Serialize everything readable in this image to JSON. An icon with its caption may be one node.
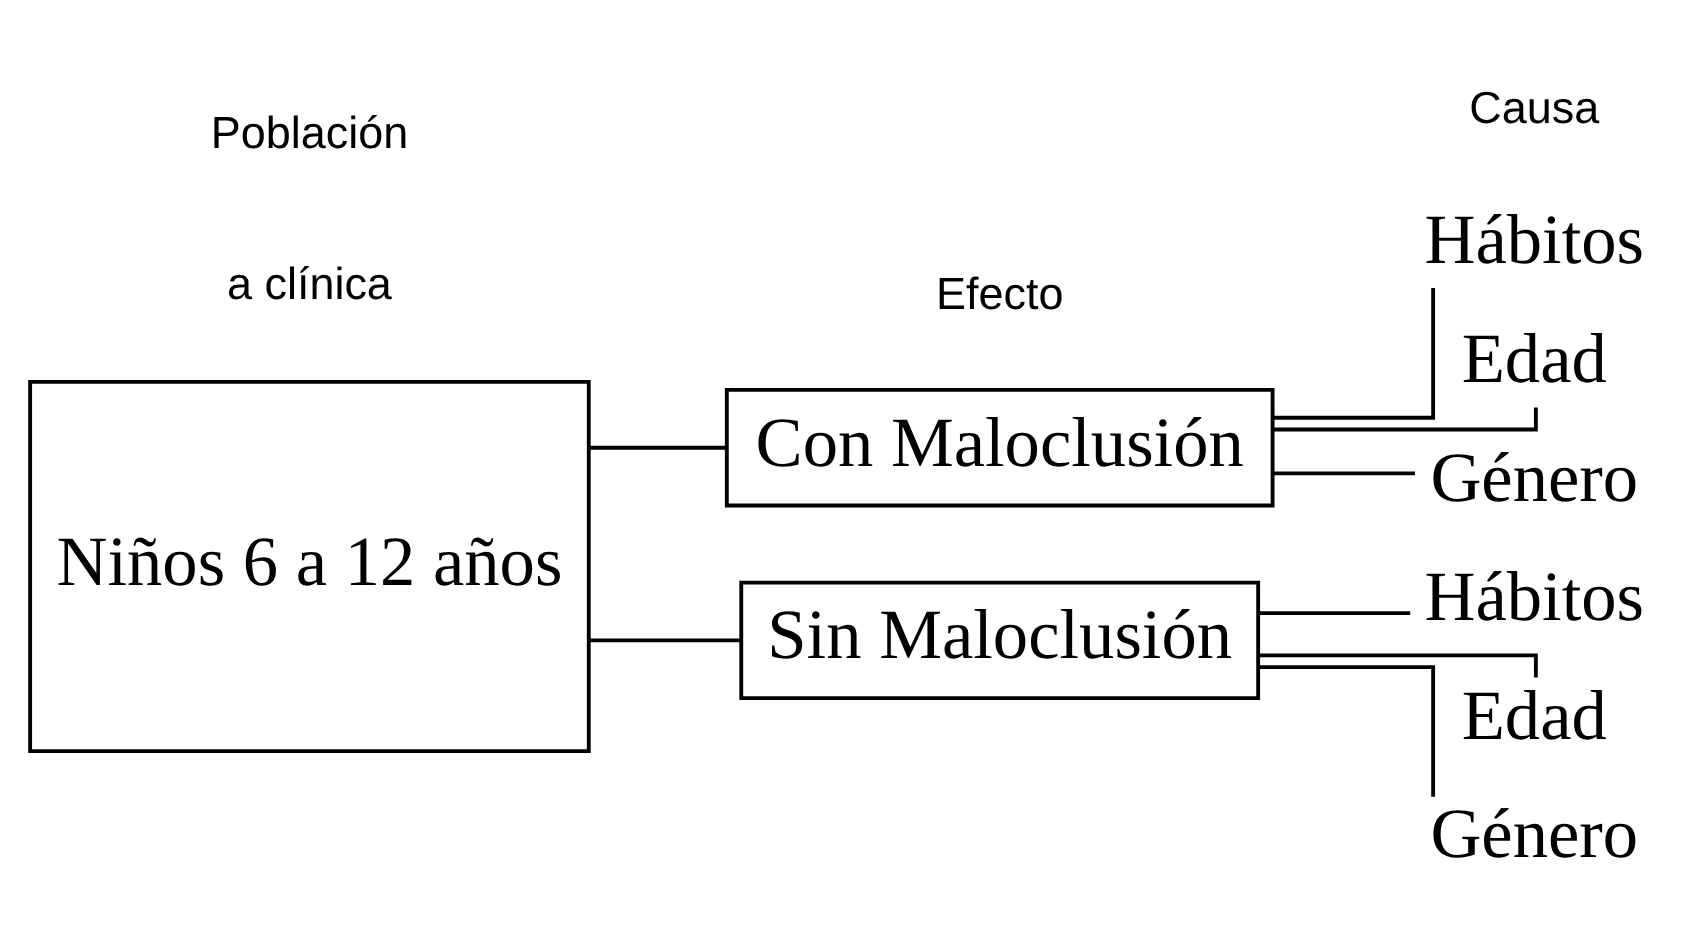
{
  "diagram": {
    "nodes": [
      {
        "text": [
          "Niños 6 a 12 años"
        ]
      },
      {
        "text": [
          "Con Maloclusión"
        ]
      },
      {
        "text": [
          "Sin Maloclusión"
        ]
      },
      {
        "text": [
          "Hábitos"
        ]
      },
      {
        "text": [
          "Edad"
        ]
      },
      {
        "text": [
          "Género"
        ]
      },
      {
        "text": [
          "Hábitos"
        ]
      },
      {
        "text": [
          "Edad"
        ]
      },
      {
        "text": [
          "Género"
        ]
      }
    ],
    "edges": [
      {
        "from": 0,
        "to": 1,
        "arrow": "none"
      },
      {
        "from": 0,
        "to": 2,
        "arrow": "none"
      },
      {
        "from": 1,
        "to": 3,
        "arrow": "none"
      },
      {
        "from": 1,
        "to": 4,
        "arrow": "none"
      },
      {
        "from": 1,
        "to": 5,
        "arrow": "none"
      },
      {
        "from": 2,
        "to": 6,
        "arrow": "none"
      },
      {
        "from": 2,
        "to": 7,
        "arrow": "none"
      },
      {
        "from": 2,
        "to": 8,
        "arrow": "none"
      }
    ],
    "labels": [
      "a clínica",
      "Población",
      "Efecto",
      "Causa"
    ]
  }
}
